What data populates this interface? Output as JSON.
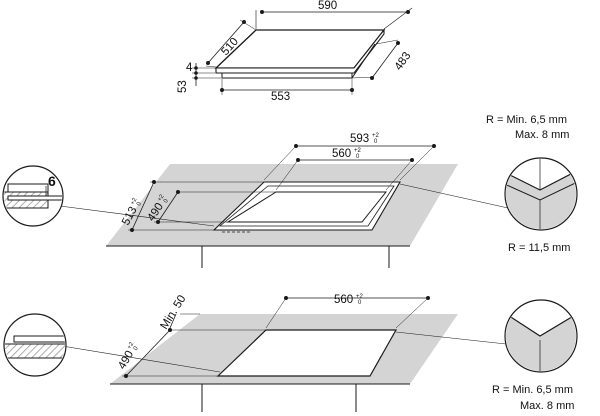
{
  "colors": {
    "line": "#1a1a1a",
    "counter_fill": "#d4d4d4",
    "hatch": "#8a8a8a",
    "white": "#ffffff"
  },
  "top_view": {
    "width": "590",
    "depth": "510",
    "thickness_top": "4",
    "thickness_total": "53",
    "bottom_width": "553",
    "bottom_depth": "483"
  },
  "middle_view": {
    "outer_width": "593",
    "outer_width_tol": {
      "upper": "+2",
      "lower": "0"
    },
    "inner_width": "560",
    "inner_width_tol": {
      "upper": "+2",
      "lower": "0"
    },
    "outer_depth": "513",
    "outer_depth_tol": {
      "upper": "+2",
      "lower": "0"
    },
    "inner_depth": "490",
    "inner_depth_tol": {
      "upper": "+2",
      "lower": "0"
    },
    "flush_depth": "6",
    "corner_radius_note": "R = Min. 6,5 mm",
    "corner_radius_max": "Max. 8 mm",
    "inner_radius_note": "R = 11,5 mm"
  },
  "bottom_view": {
    "min_margin": "Min. 50",
    "width": "560",
    "width_tol": {
      "upper": "+2",
      "lower": "0"
    },
    "depth": "490",
    "depth_tol": {
      "upper": "+2",
      "lower": "0"
    },
    "corner_radius_note": "R = Min. 6,5 mm",
    "corner_radius_max": "Max. 8 mm"
  }
}
